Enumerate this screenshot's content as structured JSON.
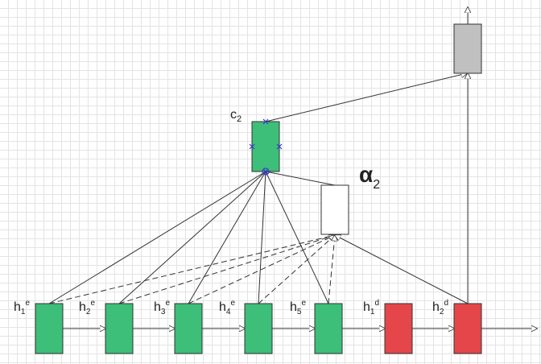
{
  "diagram": {
    "encoder_states": [
      {
        "base": "h",
        "sub": "1",
        "sup": "e"
      },
      {
        "base": "h",
        "sub": "2",
        "sup": "e"
      },
      {
        "base": "h",
        "sub": "3",
        "sup": "e"
      },
      {
        "base": "h",
        "sub": "4",
        "sup": "e"
      },
      {
        "base": "h",
        "sub": "5",
        "sup": "e"
      }
    ],
    "decoder_states": [
      {
        "base": "h",
        "sub": "1",
        "sup": "d"
      },
      {
        "base": "h",
        "sub": "2",
        "sup": "d"
      }
    ],
    "context": {
      "base": "c",
      "sub": "2"
    },
    "attention": {
      "base": "α",
      "sub": "2"
    },
    "colors": {
      "encoder": "#3dbe79",
      "decoder": "#e5464a",
      "output": "#c0c0c0",
      "attention_box": "#ffffff",
      "edge": "#333333",
      "selection_handle": "#3b3bd6"
    }
  }
}
